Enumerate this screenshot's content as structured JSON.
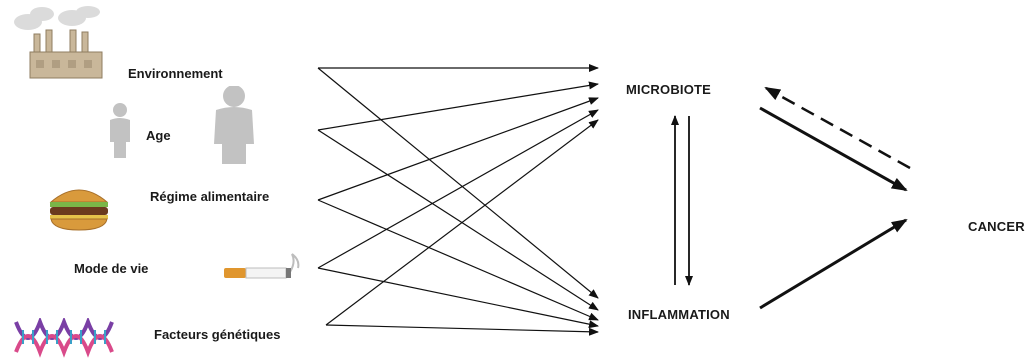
{
  "factors": [
    {
      "label": "Environnement",
      "icon": "factory-icon"
    },
    {
      "label": "Age",
      "icon": "people-silhouette-icon"
    },
    {
      "label": "Régime alimentaire",
      "icon": "burger-icon"
    },
    {
      "label": "Mode de vie",
      "icon": "cigarette-icon"
    },
    {
      "label": "Facteurs génétiques",
      "icon": "dna-icon"
    }
  ],
  "nodes": {
    "microbiote": "MICROBIOTE",
    "inflammation": "INFLAMMATION",
    "cancer": "CANCER"
  }
}
